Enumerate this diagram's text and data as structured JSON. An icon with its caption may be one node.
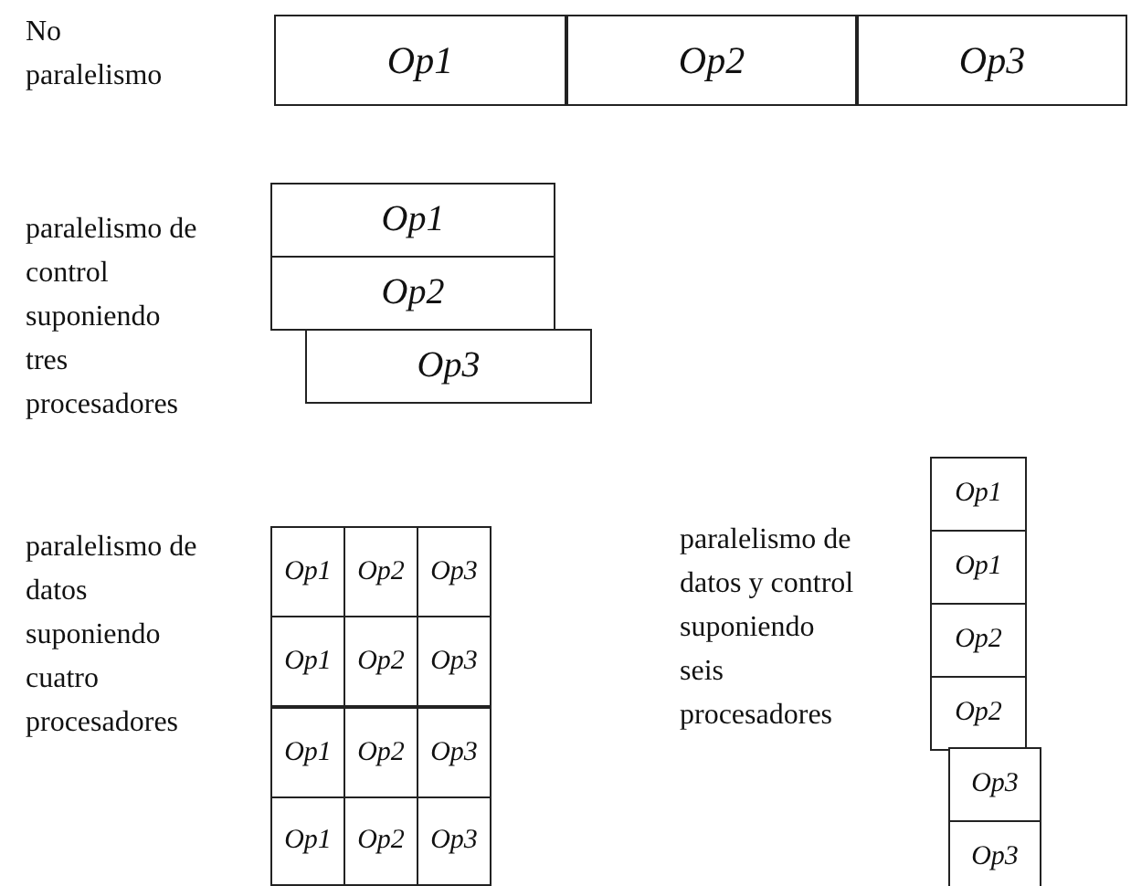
{
  "diagram": {
    "nodes": [
      {
        "text": [
          "Op1"
        ]
      },
      {
        "text": [
          "Op2"
        ]
      },
      {
        "text": [
          "Op3"
        ]
      },
      {
        "text": [
          "Op1"
        ]
      },
      {
        "text": [
          "Op2"
        ]
      },
      {
        "text": [
          "Op3"
        ]
      },
      {
        "text": [
          "Op1"
        ]
      },
      {
        "text": [
          "Op2"
        ]
      },
      {
        "text": [
          "Op3"
        ]
      },
      {
        "text": [
          "Op1"
        ]
      },
      {
        "text": [
          "Op2"
        ]
      },
      {
        "text": [
          "Op3"
        ]
      },
      {
        "text": [
          "Op1"
        ]
      },
      {
        "text": [
          "Op2"
        ]
      },
      {
        "text": [
          "Op3"
        ]
      },
      {
        "text": [
          "Op1"
        ]
      },
      {
        "text": [
          "Op2"
        ]
      },
      {
        "text": [
          "Op3"
        ]
      },
      {
        "text": [
          "Op1"
        ]
      },
      {
        "text": [
          "Op1"
        ]
      },
      {
        "text": [
          "Op2"
        ]
      },
      {
        "text": [
          "Op2"
        ]
      },
      {
        "text": [
          "Op3"
        ]
      },
      {
        "text": [
          "Op3"
        ]
      }
    ],
    "edges": [],
    "labels": [
      "No paralelismo",
      "paralelismo de control suponiendo tres procesadores",
      "paralelismo de datos suponiendo cuatro procesadores",
      "paralelismo de datos y control suponiendo seis procesadores"
    ]
  }
}
